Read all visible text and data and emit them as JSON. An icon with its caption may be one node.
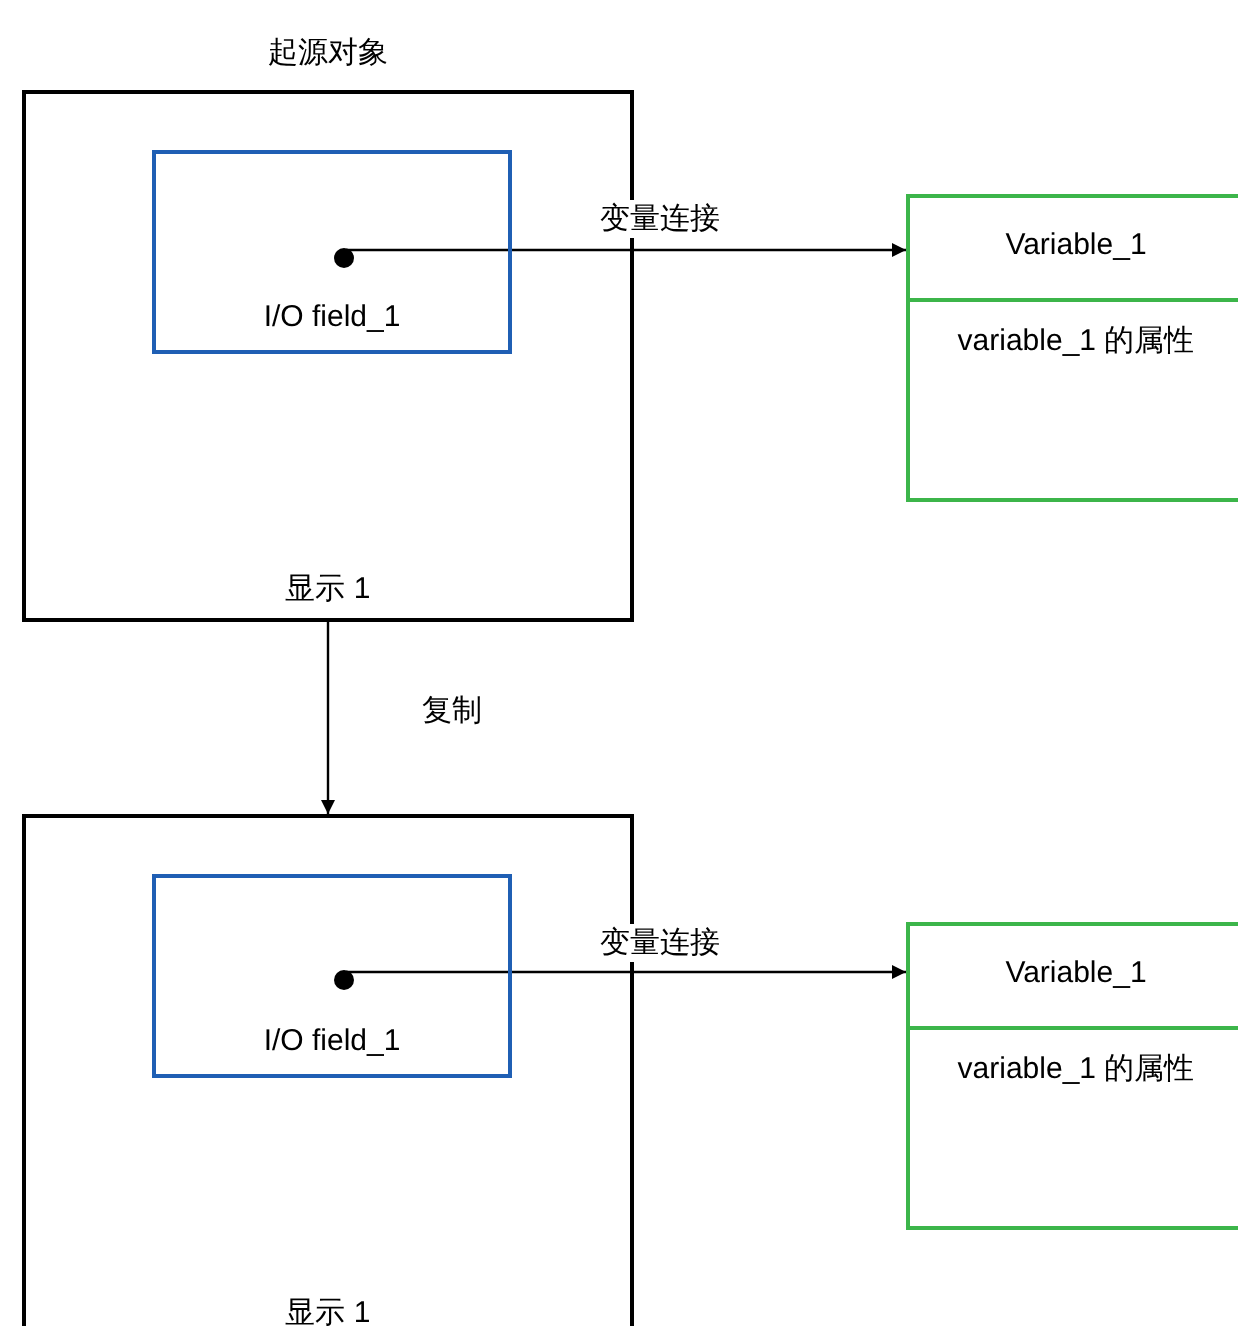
{
  "diagram": {
    "nodes": [
      {
        "text": [
          "显示 1"
        ],
        "beside": [
          "起源对象"
        ]
      },
      {
        "text": [
          "I/O field_1"
        ],
        "in": 0
      },
      {
        "text": [],
        "shape": "circle",
        "in": 1
      },
      {
        "text": [
          "Variable_1",
          "variable_1 的属性"
        ]
      },
      {
        "text": [
          "显示 1"
        ]
      },
      {
        "text": [
          "I/O field_1"
        ],
        "in": 4
      },
      {
        "text": [],
        "shape": "circle",
        "in": 5
      },
      {
        "text": [
          "Variable_1",
          "variable_1 的属性"
        ]
      }
    ],
    "edges": [
      {
        "from": 2,
        "to": 3,
        "arrow": "to",
        "label": "变量连接"
      },
      {
        "from": 0,
        "to": 4,
        "arrow": "to",
        "label": "复制"
      },
      {
        "from": 6,
        "to": 7,
        "arrow": "to",
        "label": "变量连接"
      }
    ]
  }
}
